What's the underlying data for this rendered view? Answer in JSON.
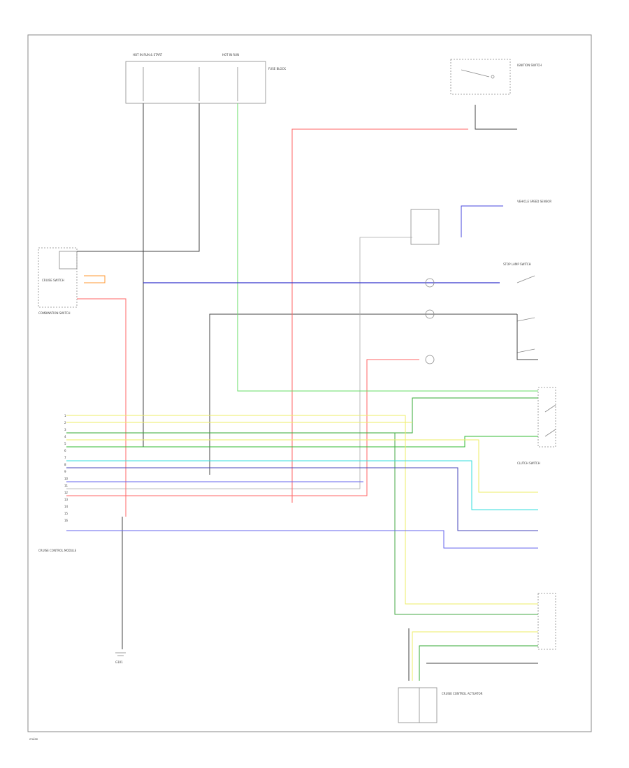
{
  "colors": {
    "frame": "#777777",
    "black_wire": "#333333",
    "red_wire": "#ff6666",
    "green_wire": "#33aa33",
    "lightgreen_wire": "#66dd66",
    "blue_wire": "#3333cc",
    "violet_wire": "#6666ee",
    "yellow_wire": "#eeee66",
    "cyan_wire": "#33dddd",
    "orange_wire": "#ff9933",
    "gray_wire": "#999999"
  },
  "labels": {
    "hot_run_start": "HOT IN RUN & START",
    "hot_run": "HOT IN RUN",
    "fuse_block": "FUSE BLOCK",
    "ignition_switch": "IGNITION SWITCH",
    "combination_switch": "COMBINATION SWITCH",
    "cruise_switch": "CRUISE SWITCH",
    "cruise_control_module": "CRUISE CONTROL MODULE",
    "stop_lamp_switch": "STOP LAMP SWITCH",
    "vehicle_speed_sensor": "VEHICLE SPEED SENSOR",
    "clutch_switch": "CLUTCH SWITCH",
    "actuator": "CRUISE CONTROL ACTUATOR",
    "ground": "G101",
    "footer": "cruise"
  },
  "module_pins": [
    "1",
    "2",
    "3",
    "4",
    "5",
    "6",
    "7",
    "8",
    "9",
    "10",
    "11",
    "12",
    "13",
    "14",
    "15",
    "16"
  ]
}
